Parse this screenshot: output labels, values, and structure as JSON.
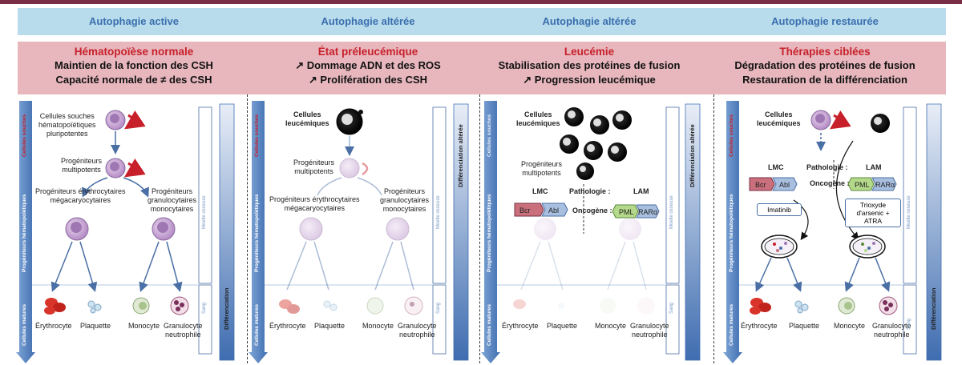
{
  "colors": {
    "header_bar": "#b9dcec",
    "subheader_bar": "#e7b7bd",
    "accent_red": "#c8202a",
    "arrow_blue": "#4a6fa5",
    "top_line": "#7a2e46",
    "cell_purple": "#c9a5d6",
    "leukemic_black": "#111111"
  },
  "headers": [
    {
      "autophagie": "Autophagie active",
      "title": "Hématopoïèse normale",
      "line1": "Maintien de la fonction des CSH",
      "line2": "Capacité normale de ≠ des CSH"
    },
    {
      "autophagie": "Autophagie altérée",
      "title": "État préleucémique",
      "line1": "↗ Dommage ADN et des ROS",
      "line2": "↗ Prolifération des CSH"
    },
    {
      "autophagie": "Autophagie altérée",
      "title": "Leucémie",
      "line1": "Stabilisation des protéines de fusion",
      "line2": "↗ Progression leucémique"
    },
    {
      "autophagie": "Autophagie restaurée",
      "title": "Thérapies ciblées",
      "line1": "Dégradation des protéines de fusion",
      "line2": "Restauration de la différenciation"
    }
  ],
  "axis": {
    "cellules_souches": "Cellules souches",
    "progeniteurs": "Progéniteurs hématopoïétiques",
    "cellules_matures": "Cellules matures",
    "differenciation": "Différenciation",
    "differenciation_alteree": "Différenciation altérée",
    "moelle": "Moelle osseuse",
    "sang": "Sang"
  },
  "labels": {
    "csh": "Cellules souches hématopoïétiques pluripotentes",
    "csh_l1": "Cellules souches",
    "csh_l2": "hématopoïétiques",
    "csh_l3": "pluripotentes",
    "multi_l1": "Progéniteurs",
    "multi_l2": "multipotents",
    "ery_l1": "Progéniteurs érythrocytaires",
    "ery_l2": "mégacaryocytaires",
    "gran_l1": "Progéniteurs",
    "gran_l2": "granulocytaires",
    "gran_l3": "monocytaires",
    "leuc_l1": "Cellules",
    "leuc_l2": "leucémiques",
    "lmc": "LMC",
    "lam": "LAM",
    "pathologie": "Pathologie :",
    "oncogene": "Oncogène :",
    "bcr": "Bcr",
    "abl": "Abl",
    "pml": "PML",
    "rar": "RARα",
    "imatinib": "Imatinib",
    "trioxyde_l1": "Trioxyde",
    "trioxyde_l2": "d'arsenic +",
    "trioxyde_l3": "ATRA"
  },
  "mature": {
    "erythrocyte": "Érythrocyte",
    "plaquette": "Plaquette",
    "monocyte": "Monocyte",
    "granulocyte_l1": "Granulocyte",
    "granulocyte_l2": "neutrophile"
  }
}
